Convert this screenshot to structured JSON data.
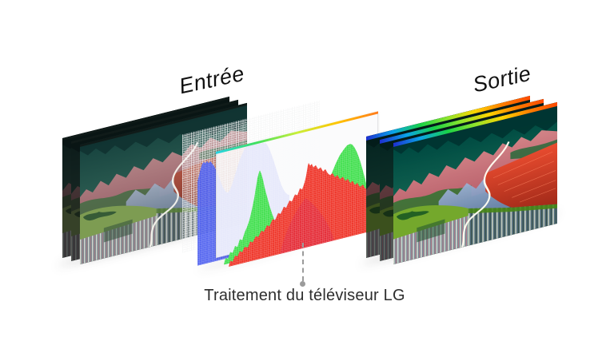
{
  "labels": {
    "input": "Entrée",
    "output": "Sortie"
  },
  "caption": {
    "text": "Traitement du téléviseur LG"
  },
  "colors": {
    "page_bg": "#ffffff",
    "label_text": "#101010",
    "caption_text": "#2d2d2d",
    "pointer_gray": "#9b9b9b",
    "bezel_dark": "#101b19",
    "histogram_red": "#ef382c",
    "histogram_red_inner": "#d6214d",
    "histogram_green": "#44e051",
    "histogram_blue": "#4a5cef",
    "diffusion_panel": "rgba(250,250,252,0.88)",
    "panel_spectrum": [
      "#27d3e6",
      "#3fe05e",
      "#c9ef3a",
      "#ffc400",
      "#ff7b1c"
    ],
    "screen_spectrum": [
      "#1d2fd0",
      "#0aa4e8",
      "#19d246",
      "#8fe42c",
      "#ffd400",
      "#ff7d00",
      "#ff4a00"
    ]
  }
}
